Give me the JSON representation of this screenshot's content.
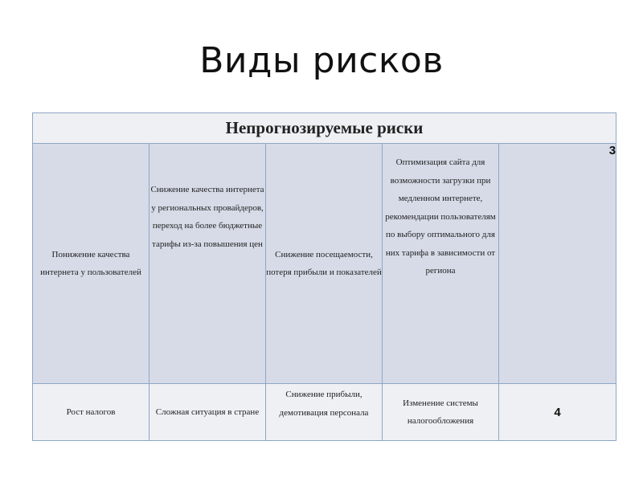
{
  "slide": {
    "title": "Виды рисков"
  },
  "table": {
    "header": "Непрогнозируемые риски",
    "rows": [
      {
        "risk": "Понижение качества интернета у пользователей",
        "cause": "Снижение качества интернета у региональных провайдеров, переход на более бюджетные тарифы из-за повышения цен",
        "consequence": "Снижение посещаемости, потеря прибыли и показателей",
        "measure": "Оптимизация сайта для возможности загрузки при медленном интернете, рекомендации пользователям по выбору оптимального для них тарифа в зависимости от региона",
        "score": "3"
      },
      {
        "risk": "Рост налогов",
        "cause": "Сложная ситуация в стране",
        "consequence": "Снижение прибыли, демотивация персонала",
        "measure": "Изменение системы налогообложения",
        "score": "4"
      }
    ]
  }
}
